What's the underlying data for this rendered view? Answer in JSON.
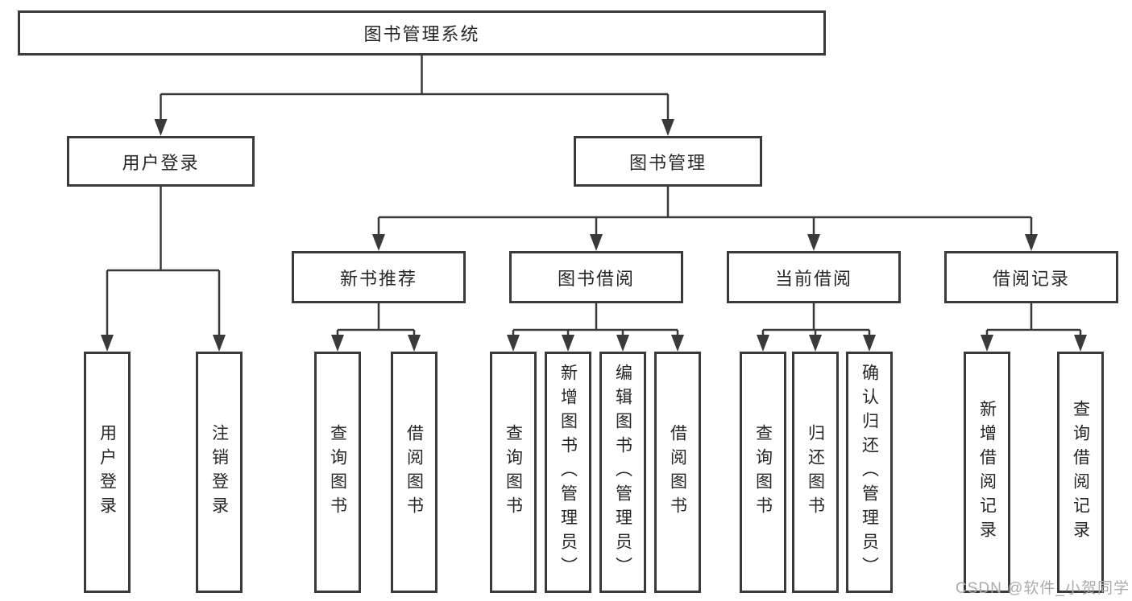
{
  "diagram": {
    "title": "图书管理系统",
    "level2": [
      {
        "label": "用户登录"
      },
      {
        "label": "图书管理"
      }
    ],
    "level3": [
      {
        "label": "新书推荐"
      },
      {
        "label": "图书借阅"
      },
      {
        "label": "当前借阅"
      },
      {
        "label": "借阅记录"
      }
    ],
    "leaves": {
      "user_login": [
        "用户登录",
        "注销登录"
      ],
      "new_book": [
        "查询图书",
        "借阅图书"
      ],
      "book_borrow": [
        "查询图书",
        "新增图书（管理员）",
        "编辑图书（管理员）",
        "借阅图书"
      ],
      "current_borrow": [
        "查询图书",
        "归还图书",
        "确认归还（管理员）"
      ],
      "borrow_record": [
        "新增借阅记录",
        "查询借阅记录"
      ]
    },
    "colors": {
      "line": "#3a3a3a",
      "box_fill": "#ffffff",
      "text": "#262626",
      "watermark": "#ababab"
    },
    "watermark": "CSDN @软件_小贺同学"
  }
}
